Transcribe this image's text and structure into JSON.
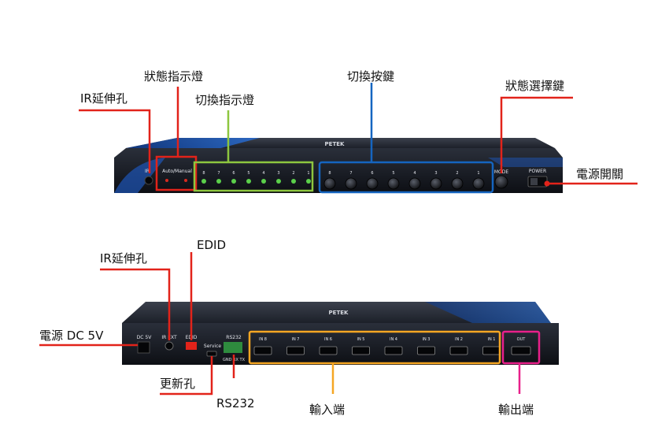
{
  "front_panel": {
    "brand": "PETEK",
    "ir_label": "IR",
    "auto_manual_label": "Auto/Manual",
    "led_numbers": [
      "8",
      "7",
      "6",
      "5",
      "4",
      "3",
      "2",
      "1"
    ],
    "button_numbers": [
      "8",
      "7",
      "6",
      "5",
      "4",
      "3",
      "2",
      "1"
    ],
    "mode_label": "MODE",
    "power_label": "POWER"
  },
  "back_panel": {
    "brand": "PETEK",
    "dc_label": "DC 5V",
    "ir_ext_label": "IR EXT",
    "edid_label": "EDID",
    "service_label": "Service",
    "rs232_label": "RS232",
    "rs232_pins": "GND RX TX",
    "inputs": [
      "IN 8",
      "IN 7",
      "IN 6",
      "IN 5",
      "IN 4",
      "IN 3",
      "IN 2",
      "IN 1"
    ],
    "output_label": "OUT"
  },
  "callouts": {
    "status_led": "狀態指示燈",
    "ir_port_front": "IR延伸孔",
    "switch_led": "切換指示燈",
    "switch_buttons": "切換按鍵",
    "mode_button": "狀態選擇鍵",
    "power_switch": "電源開關",
    "ir_port_back": "IR延伸孔",
    "edid": "EDID",
    "power_dc": "電源 DC 5V",
    "update_port": "更新孔",
    "rs232": "RS232",
    "input_ports": "輸入端",
    "output_port": "輸出端"
  },
  "colors": {
    "red": "#e2231a",
    "green": "#8dc63f",
    "blue": "#1565c0",
    "orange": "#f5a623",
    "pink": "#e8208a",
    "chassis": "#161a22",
    "accent_blue": "#1e56b8"
  }
}
